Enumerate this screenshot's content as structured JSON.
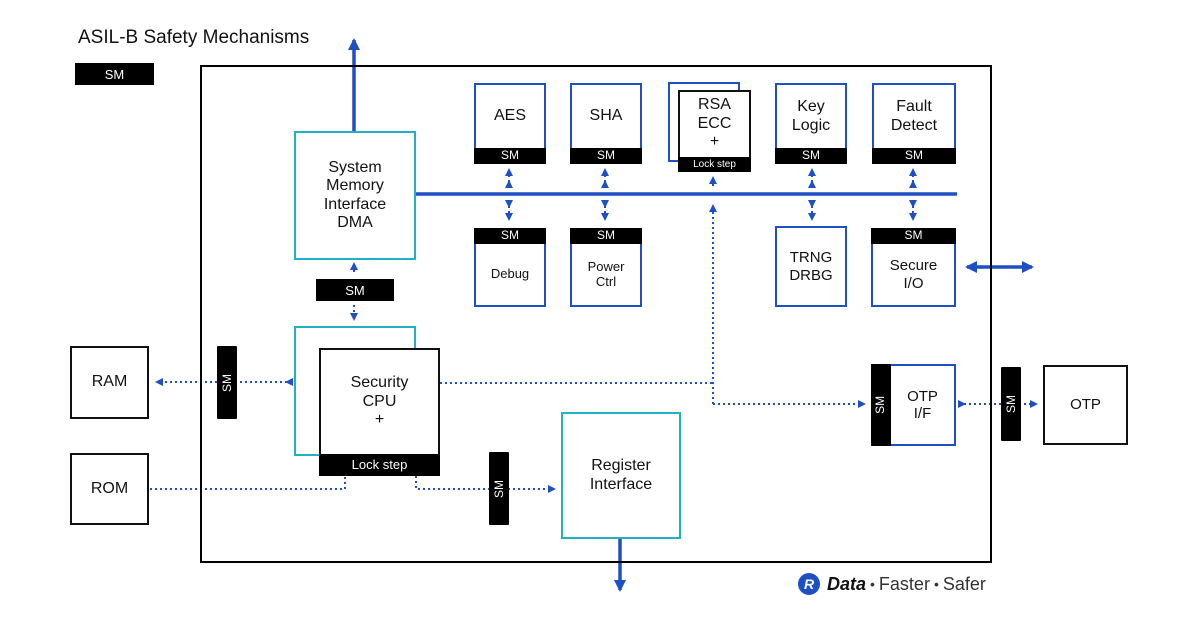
{
  "title": "ASIL-B Safety Mechanisms",
  "legend": {
    "sm_label": "SM"
  },
  "colors": {
    "connector_blue": "#1f4fc4",
    "cyan_block": "#22b1c4",
    "sm_black": "#000000"
  },
  "blocks": {
    "dma": {
      "lines": [
        "System",
        "Memory",
        "Interface",
        "DMA"
      ]
    },
    "aes": {
      "label": "AES",
      "sm": "SM"
    },
    "sha": {
      "label": "SHA",
      "sm": "SM"
    },
    "rsa": {
      "lines": [
        "RSA",
        "ECC",
        "+"
      ],
      "lockstep": "Lock step"
    },
    "key_logic": {
      "lines": [
        "Key",
        "Logic"
      ],
      "sm": "SM"
    },
    "fault_detect": {
      "lines": [
        "Fault",
        "Detect"
      ],
      "sm": "SM"
    },
    "debug": {
      "label": "Debug",
      "sm": "SM"
    },
    "power_ctrl": {
      "lines": [
        "Power",
        "Ctrl"
      ],
      "sm": "SM"
    },
    "trng": {
      "lines": [
        "TRNG",
        "DRBG"
      ]
    },
    "secure_io": {
      "lines": [
        "Secure",
        "I/O"
      ],
      "sm": "SM"
    },
    "cpu": {
      "lines": [
        "Security",
        "CPU",
        "+"
      ],
      "lockstep": "Lock step"
    },
    "register_if": {
      "lines": [
        "Register",
        "Interface"
      ]
    },
    "otp_if": {
      "lines": [
        "OTP",
        "I/F"
      ],
      "sm": "SM"
    },
    "ram": {
      "label": "RAM"
    },
    "rom": {
      "label": "ROM"
    },
    "otp": {
      "label": "OTP"
    }
  },
  "safety_mechanisms": {
    "dma_cpu": "SM",
    "ram_link": "SM",
    "register_link": "SM",
    "otp_link": "SM"
  },
  "logo": {
    "mark": "R",
    "brand": "Data",
    "tagline": [
      "Faster",
      "Safer"
    ],
    "separator": "•"
  }
}
